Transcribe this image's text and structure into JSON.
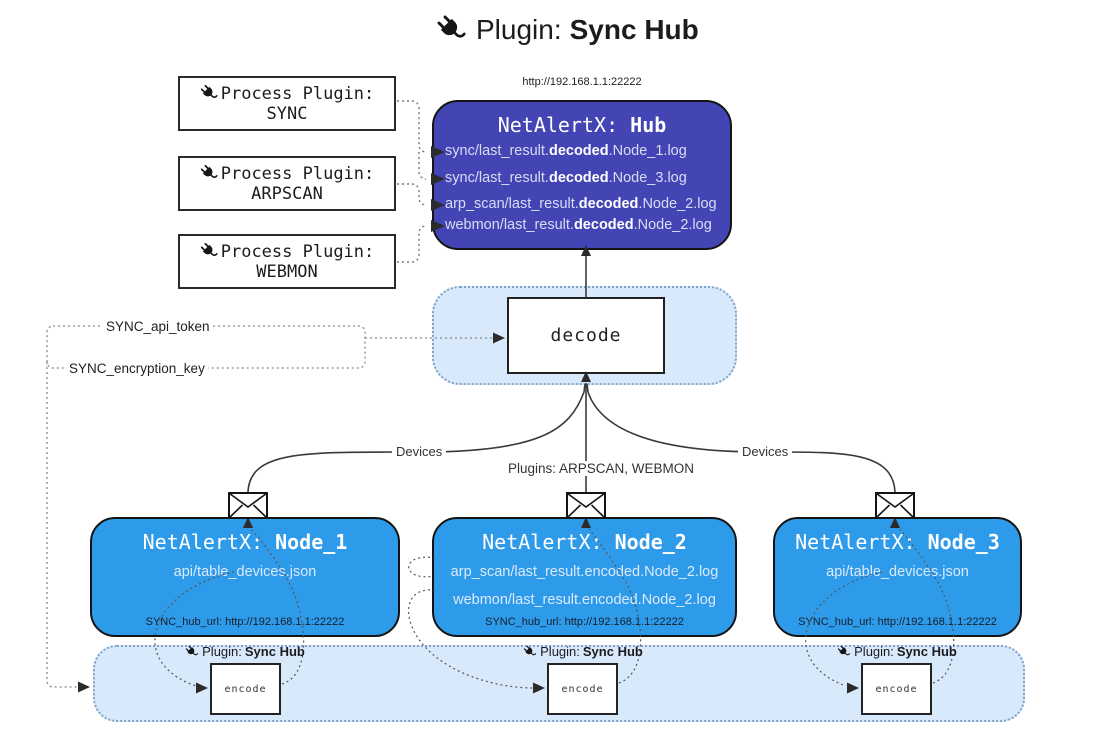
{
  "title": {
    "icon": "plug-icon",
    "prefix": "Plugin:",
    "name": "Sync Hub"
  },
  "process_plugins": [
    {
      "label": "Process Plugin:",
      "name": "SYNC"
    },
    {
      "label": "Process Plugin:",
      "name": "ARPSCAN"
    },
    {
      "label": "Process Plugin:",
      "name": "WEBMON"
    }
  ],
  "hub": {
    "url": "http://192.168.1.1:22222",
    "title_prefix": "NetAlertX: ",
    "title_name": "Hub",
    "logs": [
      {
        "pre": "sync/last_result.",
        "bold": "decoded",
        "post": ".Node_1.log"
      },
      {
        "pre": "sync/last_result.",
        "bold": "decoded",
        "post": ".Node_3.log"
      },
      {
        "pre": "arp_scan/last_result.",
        "bold": "decoded",
        "post": ".Node_2.log"
      },
      {
        "pre": "webmon/last_result.",
        "bold": "decoded",
        "post": ".Node_2.log"
      }
    ]
  },
  "decode_label": "decode",
  "secrets": {
    "api_token": "SYNC_api_token",
    "encryption_key": "SYNC_encryption_key"
  },
  "edge_labels": {
    "devices_left": "Devices",
    "plugins_center": "Plugins: ARPSCAN, WEBMON",
    "devices_right": "Devices"
  },
  "nodes": [
    {
      "title_prefix": "NetAlertX: ",
      "title_name": "Node_1",
      "files": [
        "api/table_devices.json"
      ],
      "hub_url": "SYNC_hub_url: http://192.168.1.1:22222"
    },
    {
      "title_prefix": "NetAlertX: ",
      "title_name": "Node_2",
      "files": [
        "arp_scan/last_result.encoded.Node_2.log",
        "webmon/last_result.encoded.Node_2.log"
      ],
      "hub_url": "SYNC_hub_url: http://192.168.1.1:22222"
    },
    {
      "title_prefix": "NetAlertX: ",
      "title_name": "Node_3",
      "files": [
        "api/table_devices.json"
      ],
      "hub_url": "SYNC_hub_url: http://192.168.1.1:22222"
    }
  ],
  "encoders": [
    {
      "label_prefix": "Plugin:",
      "label_name": "Sync Hub",
      "box_label": "encode"
    },
    {
      "label_prefix": "Plugin:",
      "label_name": "Sync Hub",
      "box_label": "encode"
    },
    {
      "label_prefix": "Plugin:",
      "label_name": "Sync Hub",
      "box_label": "encode"
    }
  ],
  "colors": {
    "hub_bg": "#4245b3",
    "node_bg": "#2e9aea",
    "panel_bg": "#d8e9fb",
    "panel_border": "#7fa3c6"
  }
}
